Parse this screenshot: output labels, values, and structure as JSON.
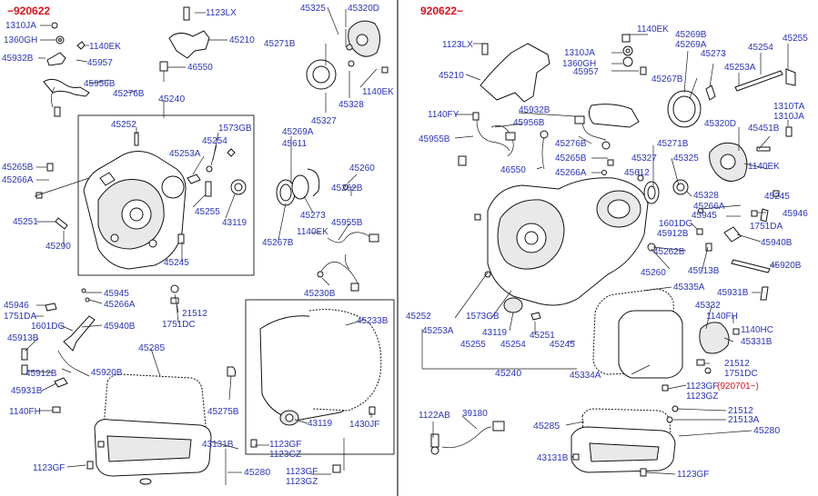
{
  "left_panel": {
    "date_range": "−920622",
    "labels": {
      "l1310ja": "1310JA",
      "l1360gh": "1360GH",
      "l45932b": "45932B",
      "l1140ek_a": "1140EK",
      "l45957": "45957",
      "l45956b": "45956B",
      "l45276b": "45276B",
      "l1123lx": "1123LX",
      "l45210": "45210",
      "l46550": "46550",
      "l45240": "45240",
      "l45320d": "45320D",
      "l45325": "45325",
      "l45271b": "45271B",
      "l1140ek_b": "1140EK",
      "l45328": "45328",
      "l45327": "45327",
      "l45252": "45252",
      "l1573gb": "1573GB",
      "l45254": "45254",
      "l45253a": "45253A",
      "l45265b": "45265B",
      "l45266a": "45266A",
      "l45251": "45251",
      "l45290": "45290",
      "l45255": "45255",
      "l43119": "43119",
      "l45245": "45245",
      "l45269a": "45269A",
      "l45611": "45611",
      "l45273": "45273",
      "l45267b": "45267B",
      "l45260": "45260",
      "l45262b": "45262B",
      "l45955b": "45955B",
      "l1140ek_c": "1140EK",
      "l45230b": "45230B",
      "l45945": "45945",
      "l45266a_b": "45266A",
      "l45940b": "45940B",
      "l45946": "45946",
      "l1751da": "1751DA",
      "l1601dg": "1601DG",
      "l45913b": "45913B",
      "l45912b": "45912B",
      "l45920b": "45920B",
      "l45931b": "45931B",
      "l1140fh": "1140FH",
      "l21512": "21512",
      "l1751dc": "1751DC",
      "l45285": "45285",
      "l45275b": "45275B",
      "l45233b": "45233B",
      "l43119_b": "43119",
      "l1430jf": "1430JF",
      "l43131b": "43131B",
      "l1123gf_a": "1123GF",
      "l1123gz_a": "1123GZ",
      "l1123gf_b": "1123GF",
      "l45280": "45280",
      "l1123gf_c": "1123GF",
      "l1123gz_b": "1123GZ"
    }
  },
  "right_panel": {
    "date_range": "920622−",
    "note_red": "(920701−)",
    "labels": {
      "r1140ek": "1140EK",
      "r45269b": "45269B",
      "r45269a": "45269A",
      "r1123lx": "1123LX",
      "r1310ja": "1310JA",
      "r1360gh": "1360GH",
      "r45957": "45957",
      "r45254": "45254",
      "r45255": "45255",
      "r45273": "45273",
      "r45253a": "45253A",
      "r45210": "45210",
      "r45267b": "45267B",
      "r1310ta": "1310TA",
      "r1310ja_b": "1310JA",
      "r1140fy": "1140FY",
      "r45932b": "45932B",
      "r45956b": "45956B",
      "r45955b": "45955B",
      "r45320d": "45320D",
      "r45451b": "45451B",
      "r45276b": "45276B",
      "r45271b": "45271B",
      "r45265b": "45265B",
      "r45327": "45327",
      "r45325": "45325",
      "r46550": "46550",
      "r45266a": "45266A",
      "r45612": "45612",
      "r1140ek_b": "1140EK",
      "r45245": "45245",
      "r45328": "45328",
      "r45266a_b": "45266A",
      "r45945": "45945",
      "r45946": "45946",
      "r1601dg": "1601DG",
      "r1751da": "1751DA",
      "r45912b": "45912B",
      "r45940b": "45940B",
      "r45262b": "45262B",
      "r45913b": "45913B",
      "r45920b": "45920B",
      "r45260": "45260",
      "r45335a": "45335A",
      "r45931b": "45931B",
      "r45332": "45332",
      "r45252": "45252",
      "r1573gb": "1573GB",
      "r45253a_b": "45253A",
      "r43119": "43119",
      "r45255_b": "45255",
      "r45254_b": "45254",
      "r45251": "45251",
      "r45245_b": "45245",
      "r45240": "45240",
      "r45334a": "45334A",
      "r1140fh": "1140FH",
      "r1140hc": "1140HC",
      "r45331b": "45331B",
      "r21512": "21512",
      "r1751dc": "1751DC",
      "r1123gf_a": "1123GF",
      "r1123gz": "1123GZ",
      "r1122ab": "1122AB",
      "r39180": "39180",
      "r45285": "45285",
      "r21512_b": "21512",
      "r21513a": "21513A",
      "r45280": "45280",
      "r43131b": "43131B",
      "r1123gf_b": "1123GF"
    }
  }
}
